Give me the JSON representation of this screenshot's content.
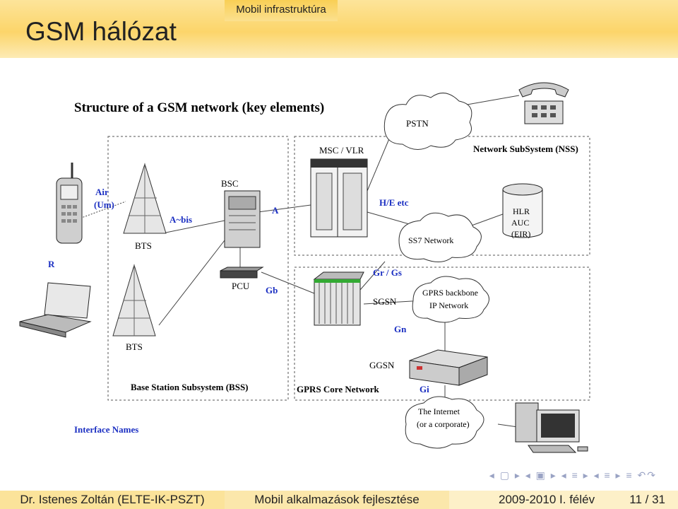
{
  "header": {
    "title": "GSM hálózat",
    "section": "Mobil infrastruktúra"
  },
  "diagram": {
    "title": "Structure of a GSM network (key elements)",
    "labels": {
      "pstn": "PSTN",
      "msc_vlr": "MSC / VLR",
      "nss": "Network SubSystem (NSS)",
      "air": "Air",
      "um": "(Um)",
      "bsc": "BSC",
      "a": "A",
      "he": "H/E etc",
      "hlr": "HLR",
      "auc": "AUC",
      "eir": "(EIR)",
      "bts1": "BTS",
      "a_bis": "A~bis",
      "ss7": "SS7 Network",
      "r": "R",
      "pcu": "PCU",
      "gb": "Gb",
      "gr_gs": "Gr / Gs",
      "sgsn": "SGSN",
      "gprs_backbone": "GPRS backbone",
      "ip_network": "IP Network",
      "gn": "Gn",
      "bts2": "BTS",
      "ggsn": "GGSN",
      "bss": "Base Station Subsystem (BSS)",
      "gprs_core": "GPRS Core Network",
      "gi": "Gi",
      "internet": "The Internet",
      "corporate": "(or a corporate)",
      "interface_names": "Interface Names"
    }
  },
  "footer": {
    "author": "Dr. Istenes Zoltán (ELTE-IK-PSZT)",
    "course": "Mobil alkalmazások fejlesztése",
    "semester": "2009-2010 I. félév",
    "page": "11 / 31"
  },
  "colors": {
    "header": "#fcd56a",
    "interface_blue": "#1b2fc2",
    "footer": "#fbe39a"
  },
  "icons": [
    "telephone-icon",
    "mobile-phone-icon",
    "laptop-icon",
    "antenna-tower-icon",
    "server-rack-icon",
    "router-icon",
    "database-icon",
    "computer-icon",
    "navigation-icons"
  ]
}
